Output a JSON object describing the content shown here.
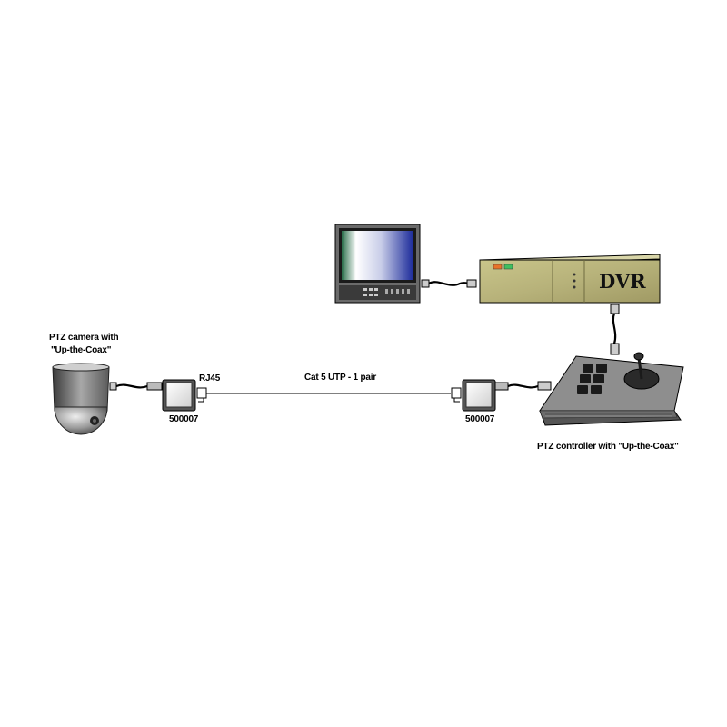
{
  "labels": {
    "camera_line1": "PTZ camera with",
    "camera_line2": "\"Up-the-Coax\"",
    "rj45": "RJ45",
    "cable": "Cat 5 UTP - 1 pair",
    "balun_left_part": "500007",
    "balun_right_part": "500007",
    "controller": "PTZ controller with \"Up-the-Coax\"",
    "dvr": "DVR"
  },
  "icons": [
    "ptz-dome-camera-icon",
    "bnc-coax-cable-icon",
    "video-balun-icon",
    "rj45-jack-icon",
    "video-monitor-icon",
    "dvr-recorder-icon",
    "ptz-joystick-controller-icon"
  ]
}
